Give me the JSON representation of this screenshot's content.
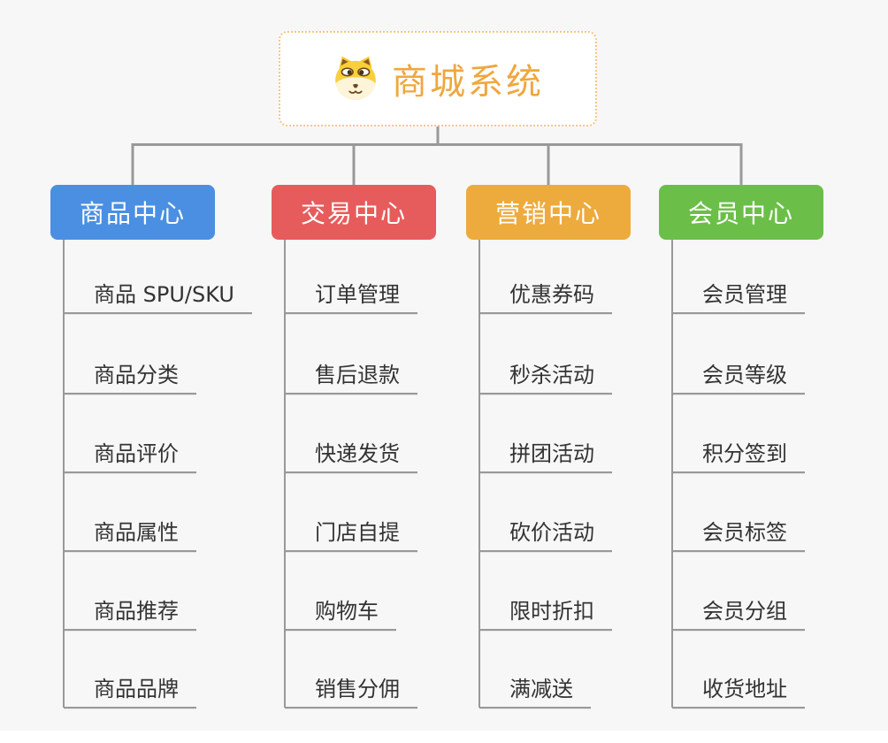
{
  "canvas": {
    "background": "#f7f7f8",
    "connector_color": "#999999"
  },
  "root": {
    "title": "商城系统",
    "icon": "dog-mascot-icon",
    "text_color": "#efa73f",
    "border_color": "#f6c67c"
  },
  "branches": [
    {
      "label": "商品中心",
      "color": "#4a8fe2",
      "children": [
        "商品 SPU/SKU",
        "商品分类",
        "商品评价",
        "商品属性",
        "商品推荐",
        "商品品牌"
      ]
    },
    {
      "label": "交易中心",
      "color": "#e65c5c",
      "children": [
        "订单管理",
        "售后退款",
        "快递发货",
        "门店自提",
        "购物车",
        "销售分佣"
      ]
    },
    {
      "label": "营销中心",
      "color": "#edaa3d",
      "children": [
        "优惠券码",
        "秒杀活动",
        "拼团活动",
        "砍价活动",
        "限时折扣",
        "满减送"
      ]
    },
    {
      "label": "会员中心",
      "color": "#6bbf49",
      "children": [
        "会员管理",
        "会员等级",
        "积分签到",
        "会员标签",
        "会员分组",
        "收货地址"
      ]
    }
  ]
}
